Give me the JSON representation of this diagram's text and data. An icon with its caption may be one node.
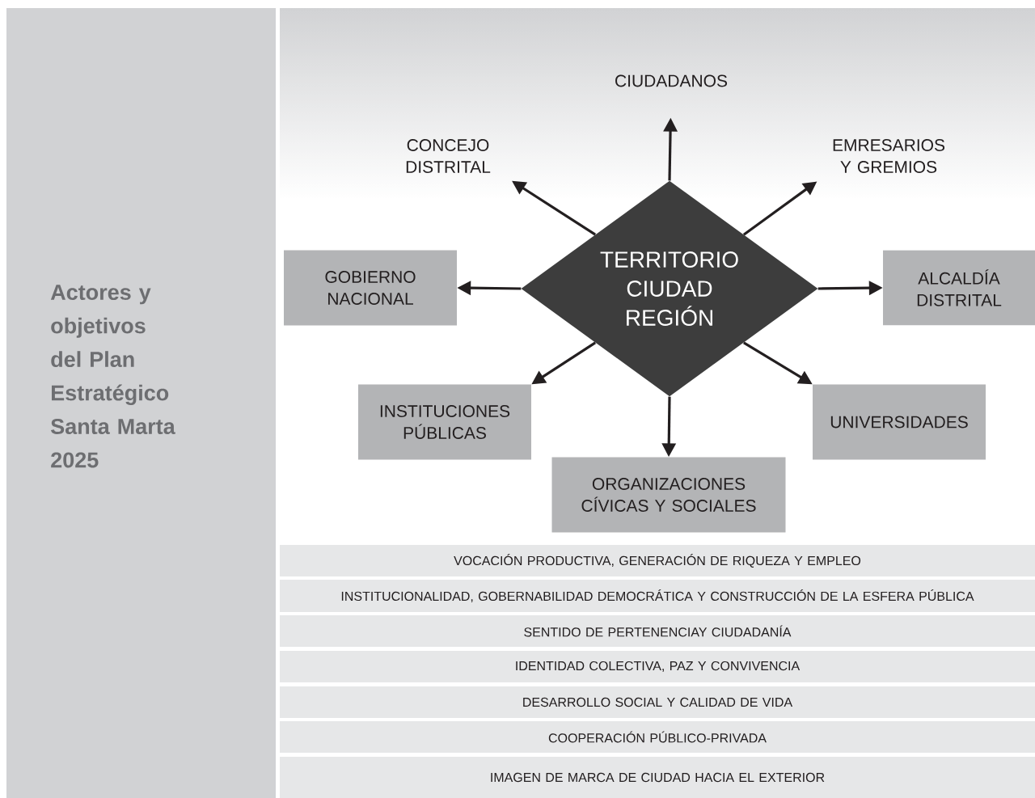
{
  "diagram": {
    "title": "Actores y objetivos del Plan Estratégico Santa Marta 2025",
    "nodes": [
      {
        "text": [
          "TERRITORIO CIUDAD REGIÓN"
        ]
      },
      {
        "text": [
          "CIUDADANOS"
        ]
      },
      {
        "text": [
          "CONCEJO DISTRITAL"
        ]
      },
      {
        "text": [
          "EMRESARIOS Y GREMIOS"
        ]
      },
      {
        "text": [
          "GOBIERNO NACIONAL"
        ]
      },
      {
        "text": [
          "ALCALDÍA DISTRITAL"
        ]
      },
      {
        "text": [
          "INSTITUCIONES PÚBLICAS"
        ]
      },
      {
        "text": [
          "UNIVERSIDADES"
        ]
      },
      {
        "text": [
          "ORGANIZACIONES CÍVICAS Y SOCIALES"
        ]
      },
      {
        "text": [
          "VOCACIÓN PRODUCTIVA, GENERACIÓN DE RIQUEZA Y EMPLEO"
        ]
      },
      {
        "text": [
          "INSTITUCIONALIDAD, GOBERNABILIDAD DEMOCRÁTICA Y CONSTRUCCIÓN DE LA ESFERA PÚBLICA"
        ]
      },
      {
        "text": [
          "SENTIDO DE PERTENENCIAY CIUDADANÍA"
        ]
      },
      {
        "text": [
          "IDENTIDAD COLECTIVA, PAZ Y CONVIVENCIA"
        ]
      },
      {
        "text": [
          "DESARROLLO SOCIAL Y CALIDAD DE VIDA"
        ]
      },
      {
        "text": [
          "COOPERACIÓN PÚBLICO-PRIVADA"
        ]
      },
      {
        "text": [
          "IMAGEN DE MARCA DE CIUDAD HACIA EL EXTERIOR"
        ]
      }
    ],
    "edges": [
      {
        "from": 0,
        "to": 1,
        "arrow": "to"
      },
      {
        "from": 0,
        "to": 2,
        "arrow": "to"
      },
      {
        "from": 0,
        "to": 3,
        "arrow": "to"
      },
      {
        "from": 0,
        "to": 4,
        "arrow": "to"
      },
      {
        "from": 0,
        "to": 5,
        "arrow": "to"
      },
      {
        "from": 0,
        "to": 6,
        "arrow": "to"
      },
      {
        "from": 0,
        "to": 7,
        "arrow": "to"
      },
      {
        "from": 0,
        "to": 8,
        "arrow": "to"
      }
    ]
  }
}
